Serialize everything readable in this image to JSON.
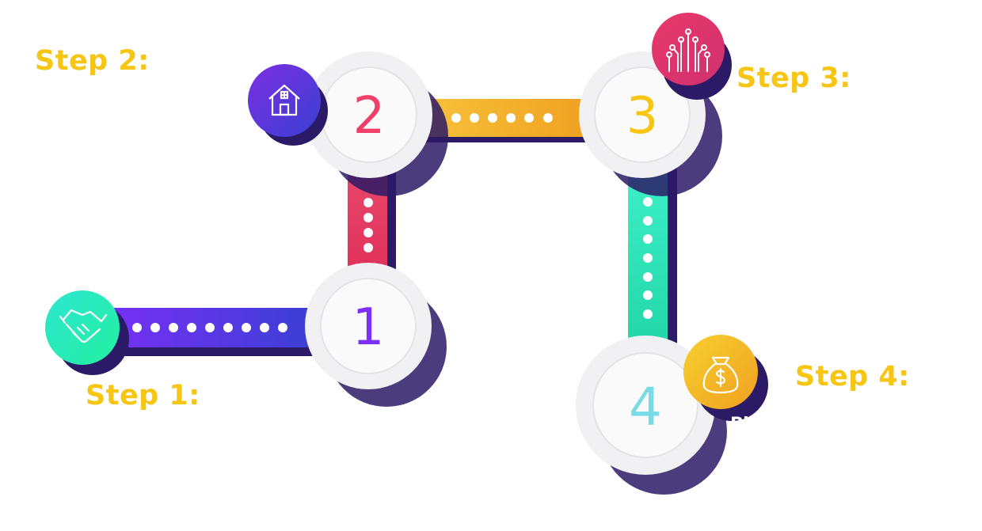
{
  "steps": [
    {
      "number": "1",
      "label": "Step 1:",
      "icon": "handshake-icon",
      "color": "#7b2ff7"
    },
    {
      "number": "2",
      "label": "Step 2:",
      "icon": "house-icon",
      "color": "#f0406a"
    },
    {
      "number": "3",
      "label": "Step 3:",
      "icon": "circuit-icon",
      "color": "#f7c614"
    },
    {
      "number": "4",
      "label": "Step 4:",
      "icon": "money-bag-icon",
      "color": "#7adbe8"
    }
  ],
  "fragment_text": "Pi",
  "colors": {
    "label": "#f7c614",
    "shadow": "#2b1a66",
    "purple_start": "#7b2ff7",
    "purple_end": "#3b3fd4",
    "red_top": "#e8486a",
    "red_bottom": "#e0305a",
    "gold_start": "#f7c23a",
    "gold_end": "#f0a020",
    "teal_start": "#3df0c8",
    "teal_end": "#22d6a8"
  }
}
